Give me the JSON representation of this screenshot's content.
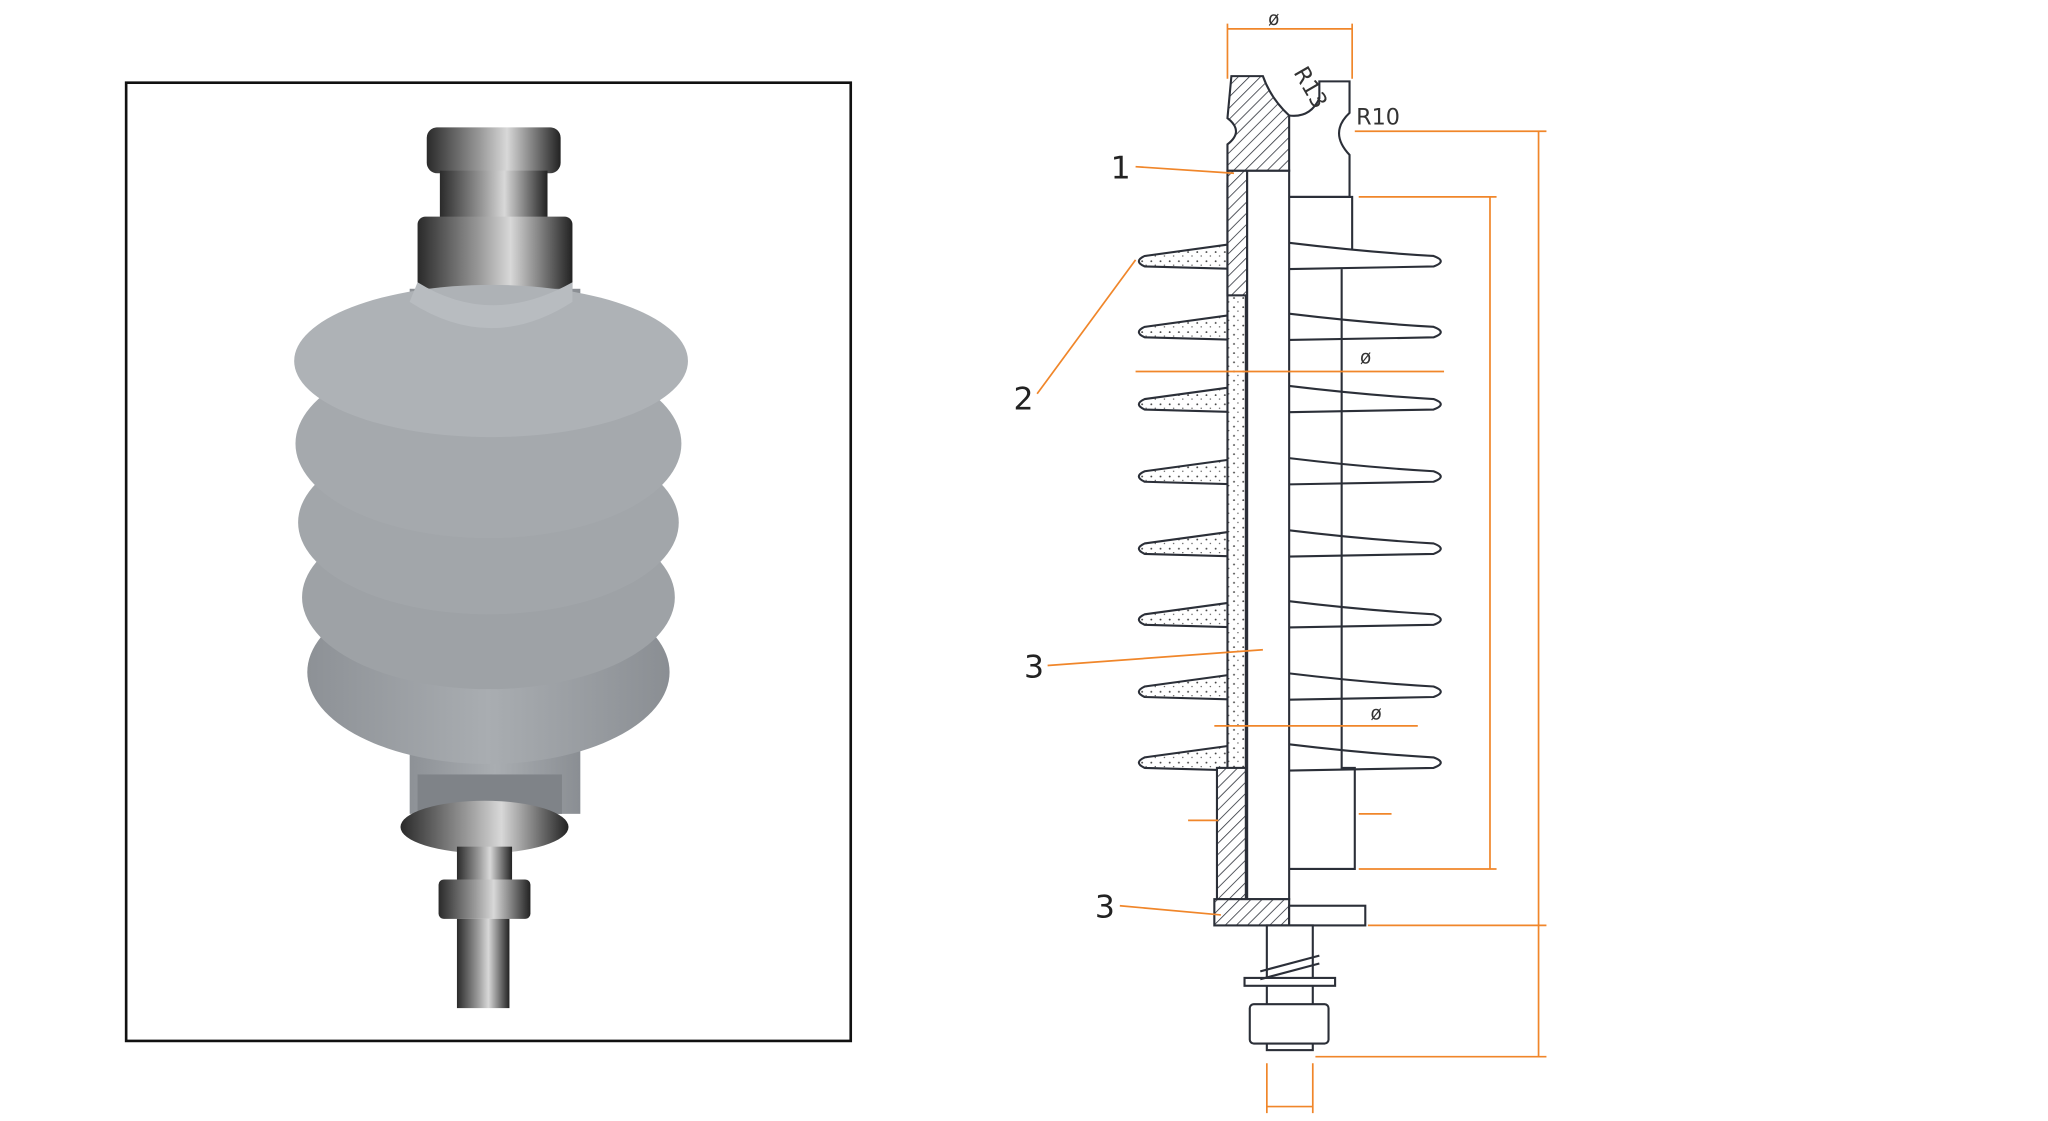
{
  "colors": {
    "dimension": "#f0862a",
    "outline": "#2b2f38",
    "insulator": "#9da1a5",
    "frame": "#111111"
  },
  "photo": {
    "icon": "polymer-surge-arrester-photo"
  },
  "drawing": {
    "part_labels": [
      {
        "text": "1"
      },
      {
        "text": "2"
      },
      {
        "text": "3"
      },
      {
        "text": "3"
      }
    ],
    "radius_labels": {
      "r13": "R13",
      "r10": "R10"
    },
    "diameter_symbol": "ø",
    "shed_count": 8
  }
}
